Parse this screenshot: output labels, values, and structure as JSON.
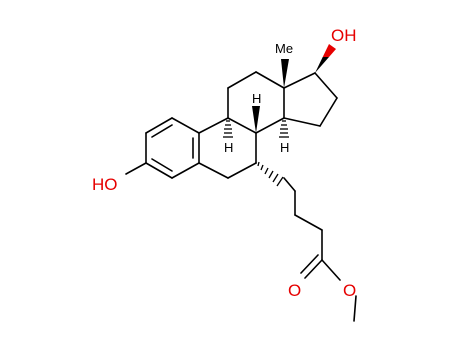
{
  "molecule": {
    "atom_labels": {
      "oh_17": "OH",
      "oh_3": "HO",
      "methyl_13": "Me",
      "h_9": "H",
      "h_8": "H",
      "h_14": "H",
      "ester_carbonyl_o": "O",
      "ester_ether_o": "O"
    },
    "colors": {
      "bond": "#000000",
      "heteroatom": "#e60000",
      "carbon_label": "#000000"
    }
  }
}
